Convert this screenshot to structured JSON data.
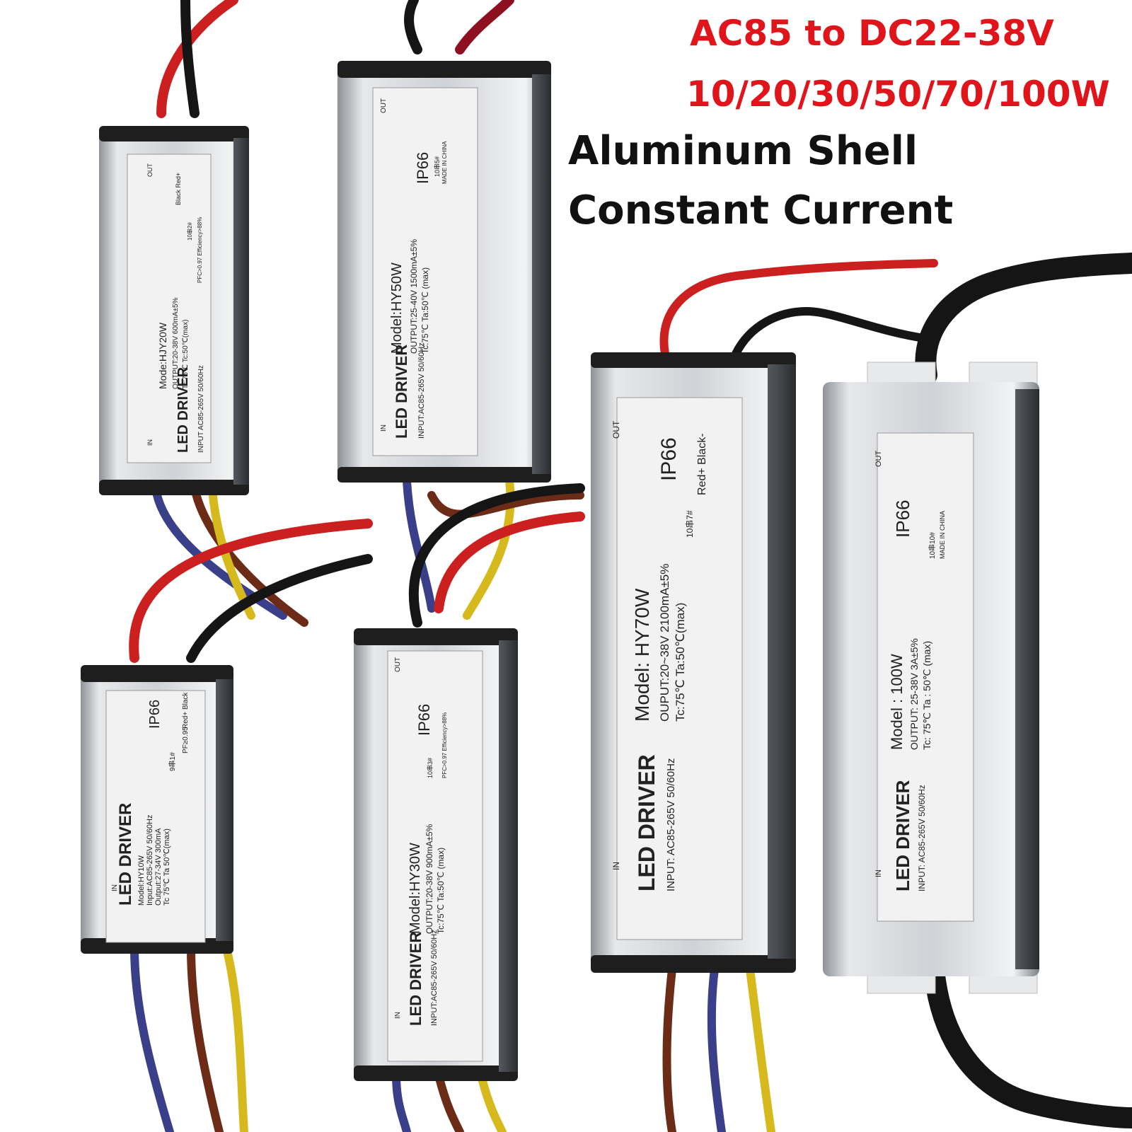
{
  "headline": {
    "line1": "AC85 to DC22-38V",
    "line2": "10/20/30/50/70/100W",
    "line3": "Aluminum Shell",
    "line4": "Constant Current"
  },
  "colors": {
    "headline_red": "#e0151b",
    "headline_black": "#111111",
    "wire_red": "#cc1f1f",
    "wire_black": "#151515",
    "wire_blue": "#3a3f8a",
    "wire_brown": "#6b2b17",
    "wire_yellow": "#d6b91c",
    "casing_silver": "#cfd2d6",
    "casing_dark": "#2b2b2b"
  },
  "drivers": [
    {
      "id": "hjy20w",
      "title": "LED DRIVER",
      "model": "Mode:HJY20W",
      "input": "INPUT AC85-265V 50/60Hz",
      "output": "OUTPUT:20-38V 600mA±5%",
      "temps": "Tc:75℃ Tc:50℃(max)",
      "extra": "PFC>0.97 Efficiency>88%",
      "series": "10串2#",
      "wires_out": "Black Red+",
      "port_in": "IN",
      "port_out": "OUT",
      "ip": ""
    },
    {
      "id": "hy50w",
      "title": "LED DRIVER",
      "model": "Model:HY50W",
      "input": "INPUT:AC85-265V 50/60Hz",
      "output": "OUTPUT:25-40V 1500mA±5%",
      "temps": "Tc:75℃ Ta:50℃ (max)",
      "extra": "MADE IN CHINA",
      "series": "10串5#",
      "wires_out": "",
      "port_in": "IN",
      "port_out": "OUT",
      "ip": "IP66"
    },
    {
      "id": "hy10w",
      "title": "LED DRIVER",
      "model": "Model:HY10W",
      "input": "Input:AC85-265V 50/60Hz",
      "output": "Output:27-34V 300mA",
      "temps": "Tc 75℃ Ta 50℃(max)",
      "extra": "PF≥0.95",
      "series": "9串1#",
      "wires_out": "Red+ Black",
      "port_in": "IN",
      "port_out": "",
      "ip": "IP66"
    },
    {
      "id": "hy30w",
      "title": "LED DRIVER",
      "model": "Model:HY30W",
      "input": "INPUT:AC85-265V 50/60Hz",
      "output": "OUTPUT:20-38V 900mA±5%",
      "temps": "Tc:75℃ Ta:50℃ (max)",
      "extra": "PFC>0.97 Efficiency>88%",
      "series": "10串3#",
      "wires_out": "",
      "port_in": "IN",
      "port_out": "OUT",
      "ip": "IP66"
    },
    {
      "id": "hy70w",
      "title": "LED DRIVER",
      "model": "Model: HY70W",
      "input": "INPUT: AC85-265V 50/60Hz",
      "output": "OUPUT:20~38V 2100mA±5%",
      "temps": "Tc:75℃ Ta:50℃(max)",
      "extra": "",
      "series": "10串7#",
      "wires_out": "Red+ Black-",
      "port_in": "IN",
      "port_out": "OUT",
      "ip": "IP66"
    },
    {
      "id": "100w",
      "title": "LED DRIVER",
      "model": "Model : 100W",
      "input": "INPUT: AC85-265V 50/60Hz",
      "output": "OUTPUT: 25-38V 3A±5%",
      "temps": "Tc: 75℃ Ta : 50℃ (max)",
      "extra": "MADE IN CHINA",
      "series": "10串10#",
      "wires_out": "",
      "port_in": "IN",
      "port_out": "OUT",
      "ip": "IP66"
    }
  ]
}
